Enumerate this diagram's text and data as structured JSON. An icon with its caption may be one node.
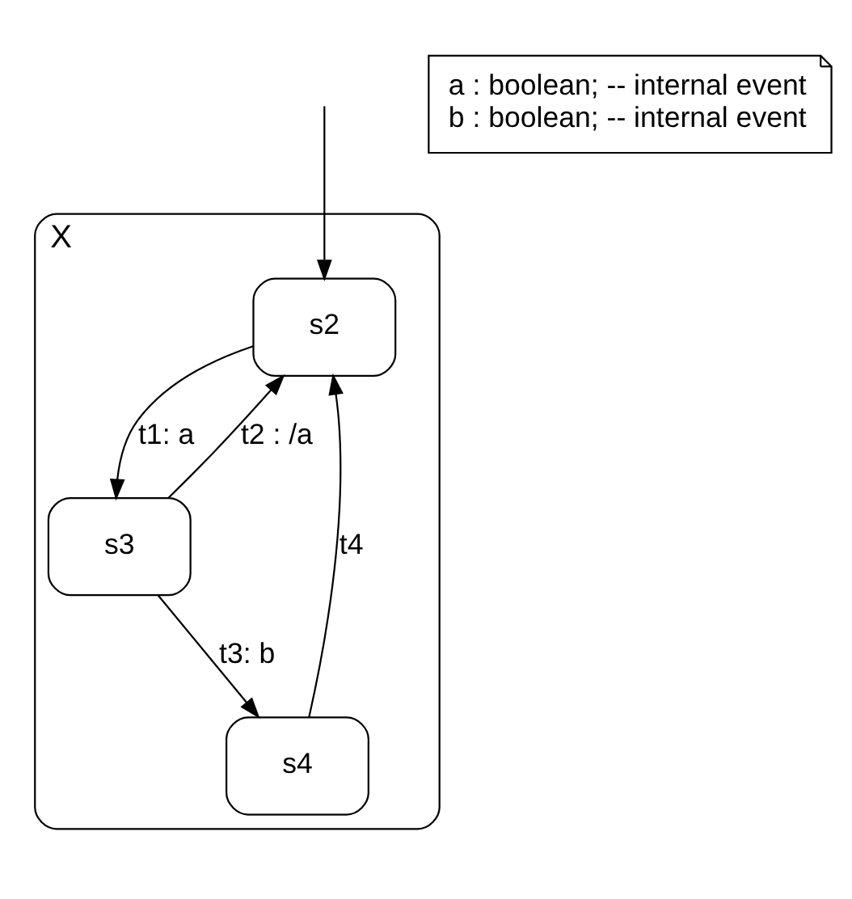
{
  "diagram": {
    "nodes": [
      {
        "text": [
          "X"
        ]
      },
      {
        "text": [
          "s2"
        ],
        "in": 0
      },
      {
        "text": [
          "s3"
        ],
        "in": 0
      },
      {
        "text": [
          "s4"
        ],
        "in": 0
      },
      {
        "text": [
          "a : boolean; -- internal event",
          "b : boolean; -- internal event"
        ]
      }
    ],
    "edges": [
      {
        "from": null,
        "to": 1,
        "arrow": "to"
      },
      {
        "from": 1,
        "to": 2,
        "arrow": "to",
        "label": "t1: a"
      },
      {
        "from": 2,
        "to": 1,
        "arrow": "to",
        "label": "t2 : /a"
      },
      {
        "from": 2,
        "to": 3,
        "arrow": "to",
        "label": "t3: b"
      },
      {
        "from": 3,
        "to": 1,
        "arrow": "to",
        "label": "t4"
      }
    ]
  }
}
